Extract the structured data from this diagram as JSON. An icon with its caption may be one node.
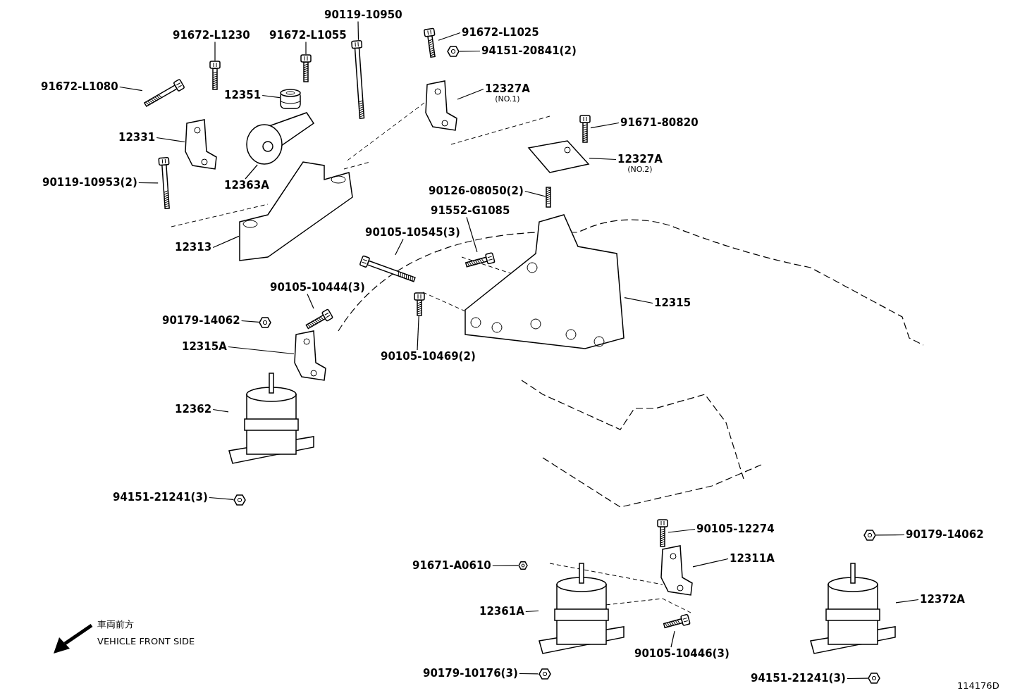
{
  "diagram": {
    "nodes": [
      {
        "text": [
          "91672-L1230"
        ]
      },
      {
        "text": [
          "91672-L1055"
        ]
      },
      {
        "text": [
          "90119-10950"
        ]
      },
      {
        "text": [
          "91672-L1025"
        ]
      },
      {
        "text": [
          "94151-20841(2)"
        ]
      },
      {
        "text": [
          "91672-L1080"
        ]
      },
      {
        "text": [
          "12351"
        ]
      },
      {
        "text": [
          "12327A",
          "(NO.1)"
        ]
      },
      {
        "text": [
          "12331"
        ]
      },
      {
        "text": [
          "91671-80820"
        ]
      },
      {
        "text": [
          "12327A",
          "(NO.2)"
        ]
      },
      {
        "text": [
          "90119-10953(2)"
        ]
      },
      {
        "text": [
          "12363A"
        ]
      },
      {
        "text": [
          "90126-08050(2)"
        ]
      },
      {
        "text": [
          "91552-G1085"
        ]
      },
      {
        "text": [
          "12313"
        ]
      },
      {
        "text": [
          "90105-10545(3)"
        ]
      },
      {
        "text": [
          "90105-10444(3)"
        ]
      },
      {
        "text": [
          "12315"
        ]
      },
      {
        "text": [
          "90179-14062"
        ]
      },
      {
        "text": [
          "12315A"
        ]
      },
      {
        "text": [
          "90105-10469(2)"
        ]
      },
      {
        "text": [
          "12362"
        ]
      },
      {
        "text": [
          "94151-21241(3)"
        ]
      },
      {
        "text": [
          "90105-12274"
        ]
      },
      {
        "text": [
          "90179-14062"
        ]
      },
      {
        "text": [
          "91671-A0610"
        ]
      },
      {
        "text": [
          "12311A"
        ]
      },
      {
        "text": [
          "12361A"
        ]
      },
      {
        "text": [
          "12372A"
        ]
      },
      {
        "text": [
          "90105-10446(3)"
        ]
      },
      {
        "text": [
          "90179-10176(3)"
        ]
      },
      {
        "text": [
          "94151-21241(3)"
        ]
      },
      {
        "text": [],
        "shape": "picture"
      },
      {
        "text": [],
        "shape": "picture"
      },
      {
        "text": [],
        "shape": "picture"
      },
      {
        "text": [],
        "shape": "picture"
      },
      {
        "text": [],
        "shape": "picture"
      },
      {
        "text": [],
        "shape": "picture"
      },
      {
        "text": [],
        "shape": "picture"
      },
      {
        "text": [],
        "shape": "picture"
      },
      {
        "text": [],
        "shape": "picture"
      },
      {
        "text": [],
        "shape": "picture"
      },
      {
        "text": [],
        "shape": "picture"
      },
      {
        "text": [],
        "shape": "picture"
      },
      {
        "text": [],
        "shape": "picture"
      },
      {
        "text": [],
        "shape": "picture"
      },
      {
        "text": [],
        "shape": "picture"
      },
      {
        "text": [],
        "shape": "picture"
      },
      {
        "text": [],
        "shape": "picture"
      },
      {
        "text": [],
        "shape": "picture"
      },
      {
        "text": [],
        "shape": "picture"
      },
      {
        "text": [],
        "shape": "picture"
      },
      {
        "text": [],
        "shape": "picture"
      },
      {
        "text": [],
        "shape": "picture"
      },
      {
        "text": [],
        "shape": "picture"
      },
      {
        "text": [],
        "shape": "picture"
      },
      {
        "text": [],
        "shape": "picture"
      },
      {
        "text": [],
        "shape": "picture"
      },
      {
        "text": [],
        "shape": "picture"
      },
      {
        "text": [],
        "shape": "picture"
      },
      {
        "text": [],
        "shape": "picture"
      },
      {
        "text": [],
        "shape": "picture"
      },
      {
        "text": [],
        "shape": "picture"
      },
      {
        "text": [],
        "shape": "picture"
      },
      {
        "text": [],
        "shape": "picture"
      }
    ],
    "edges": [
      {
        "from": 0,
        "to": 33,
        "arrow": "none"
      },
      {
        "from": 1,
        "to": 34,
        "arrow": "none"
      },
      {
        "from": 2,
        "to": 35,
        "arrow": "none"
      },
      {
        "from": 3,
        "to": 36,
        "arrow": "none"
      },
      {
        "from": 4,
        "to": 37,
        "arrow": "none"
      },
      {
        "from": 5,
        "to": 38,
        "arrow": "none"
      },
      {
        "from": 6,
        "to": 39,
        "arrow": "none"
      },
      {
        "from": 7,
        "to": 40,
        "arrow": "none"
      },
      {
        "from": 8,
        "to": 41,
        "arrow": "none"
      },
      {
        "from": 9,
        "to": 42,
        "arrow": "none"
      },
      {
        "from": 10,
        "to": 43,
        "arrow": "none"
      },
      {
        "from": 11,
        "to": 44,
        "arrow": "none"
      },
      {
        "from": 12,
        "to": 45,
        "arrow": "none"
      },
      {
        "from": 13,
        "to": 46,
        "arrow": "none"
      },
      {
        "from": 14,
        "to": 47,
        "arrow": "none"
      },
      {
        "from": 15,
        "to": 48,
        "arrow": "none"
      },
      {
        "from": 16,
        "to": 49,
        "arrow": "none"
      },
      {
        "from": 17,
        "to": 50,
        "arrow": "none"
      },
      {
        "from": 18,
        "to": 51,
        "arrow": "none"
      },
      {
        "from": 19,
        "to": 52,
        "arrow": "none"
      },
      {
        "from": 20,
        "to": 53,
        "arrow": "none"
      },
      {
        "from": 21,
        "to": 54,
        "arrow": "none"
      },
      {
        "from": 22,
        "to": 55,
        "arrow": "none"
      },
      {
        "from": 23,
        "to": 56,
        "arrow": "none"
      },
      {
        "from": 24,
        "to": 57,
        "arrow": "none"
      },
      {
        "from": 25,
        "to": 58,
        "arrow": "none"
      },
      {
        "from": 26,
        "to": 59,
        "arrow": "none"
      },
      {
        "from": 27,
        "to": 60,
        "arrow": "none"
      },
      {
        "from": 28,
        "to": 61,
        "arrow": "none"
      },
      {
        "from": 29,
        "to": 62,
        "arrow": "none"
      },
      {
        "from": 30,
        "to": 63,
        "arrow": "none"
      },
      {
        "from": 31,
        "to": 64,
        "arrow": "none"
      },
      {
        "from": 32,
        "to": 65,
        "arrow": "none"
      }
    ],
    "labels": [
      "車両前方",
      "VEHICLE FRONT SIDE",
      "114176D"
    ]
  }
}
